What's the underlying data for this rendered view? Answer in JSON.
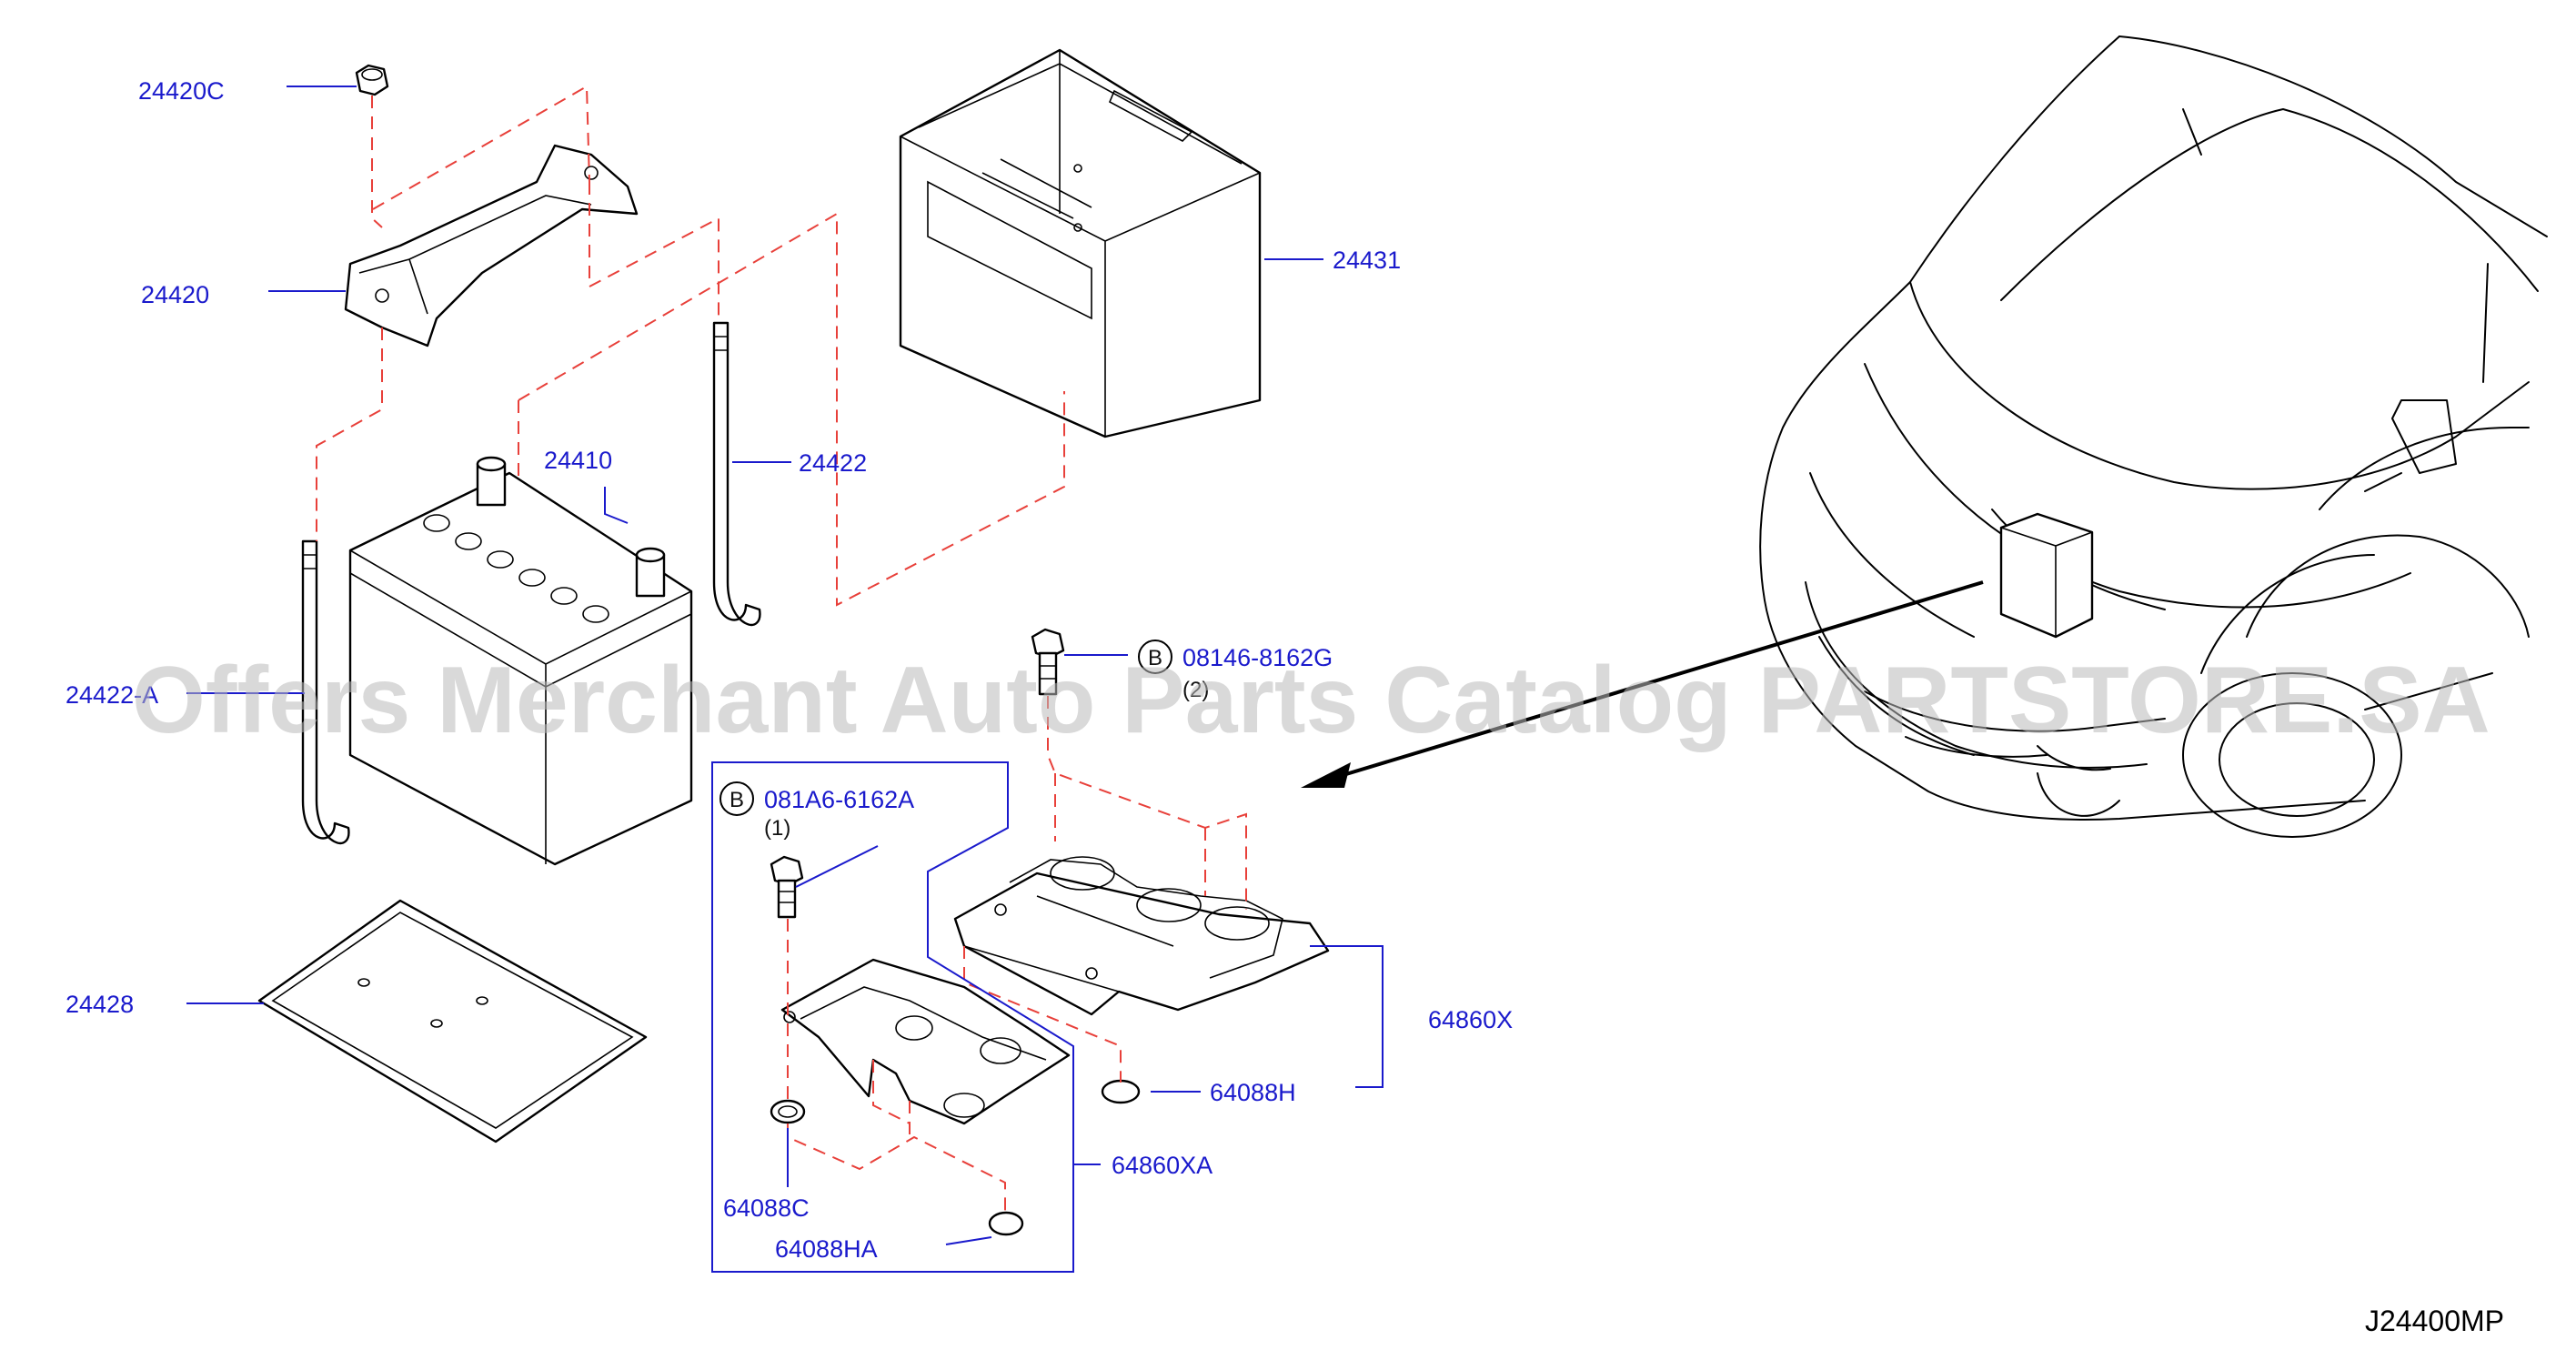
{
  "labels": {
    "p24420C": "24420C",
    "p24420": "24420",
    "p24431": "24431",
    "p24410": "24410",
    "p24422": "24422",
    "p24422A": "24422-A",
    "p24428": "24428",
    "b08146": "08146-8162G",
    "b08146_qty": "(2)",
    "b081A6": "081A6-6162A",
    "b081A6_qty": "(1)",
    "p64860X": "64860X",
    "p64088H": "64088H",
    "p64860XA": "64860XA",
    "p64088C": "64088C",
    "p64088HA": "64088HA",
    "bolt_mark": "B"
  },
  "diagram_code": "J24400MP",
  "watermark": "Offers Merchant Auto Parts Catalog PARTSTORE.SA",
  "colors": {
    "callout": "#1a1acc",
    "dashed_guide": "#e8403a",
    "line_art": "#000000",
    "watermark": "#b9b9b9"
  }
}
